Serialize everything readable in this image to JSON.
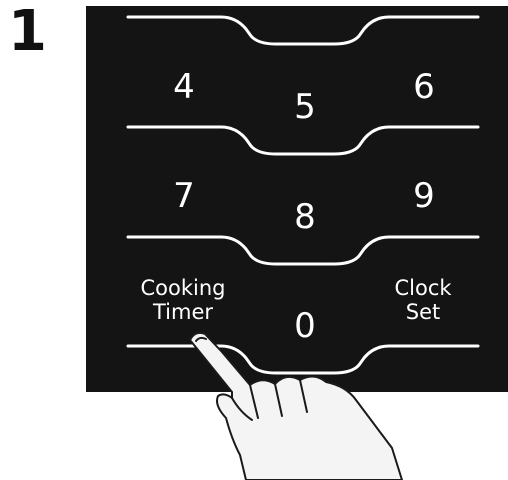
{
  "step": {
    "number": "1"
  },
  "keypad": {
    "key_4": "4",
    "key_5": "5",
    "key_6": "6",
    "key_7": "7",
    "key_8": "8",
    "key_9": "9",
    "key_0": "0",
    "cooking_timer": {
      "line1": "Cooking",
      "line2": "Timer"
    },
    "clock_set": {
      "line1": "Clock",
      "line2": "Set"
    }
  },
  "colors": {
    "panel": "#141414",
    "text": "#ffffff",
    "divider": "#ffffff"
  },
  "icons": {
    "hand": "pointing-hand-icon"
  }
}
